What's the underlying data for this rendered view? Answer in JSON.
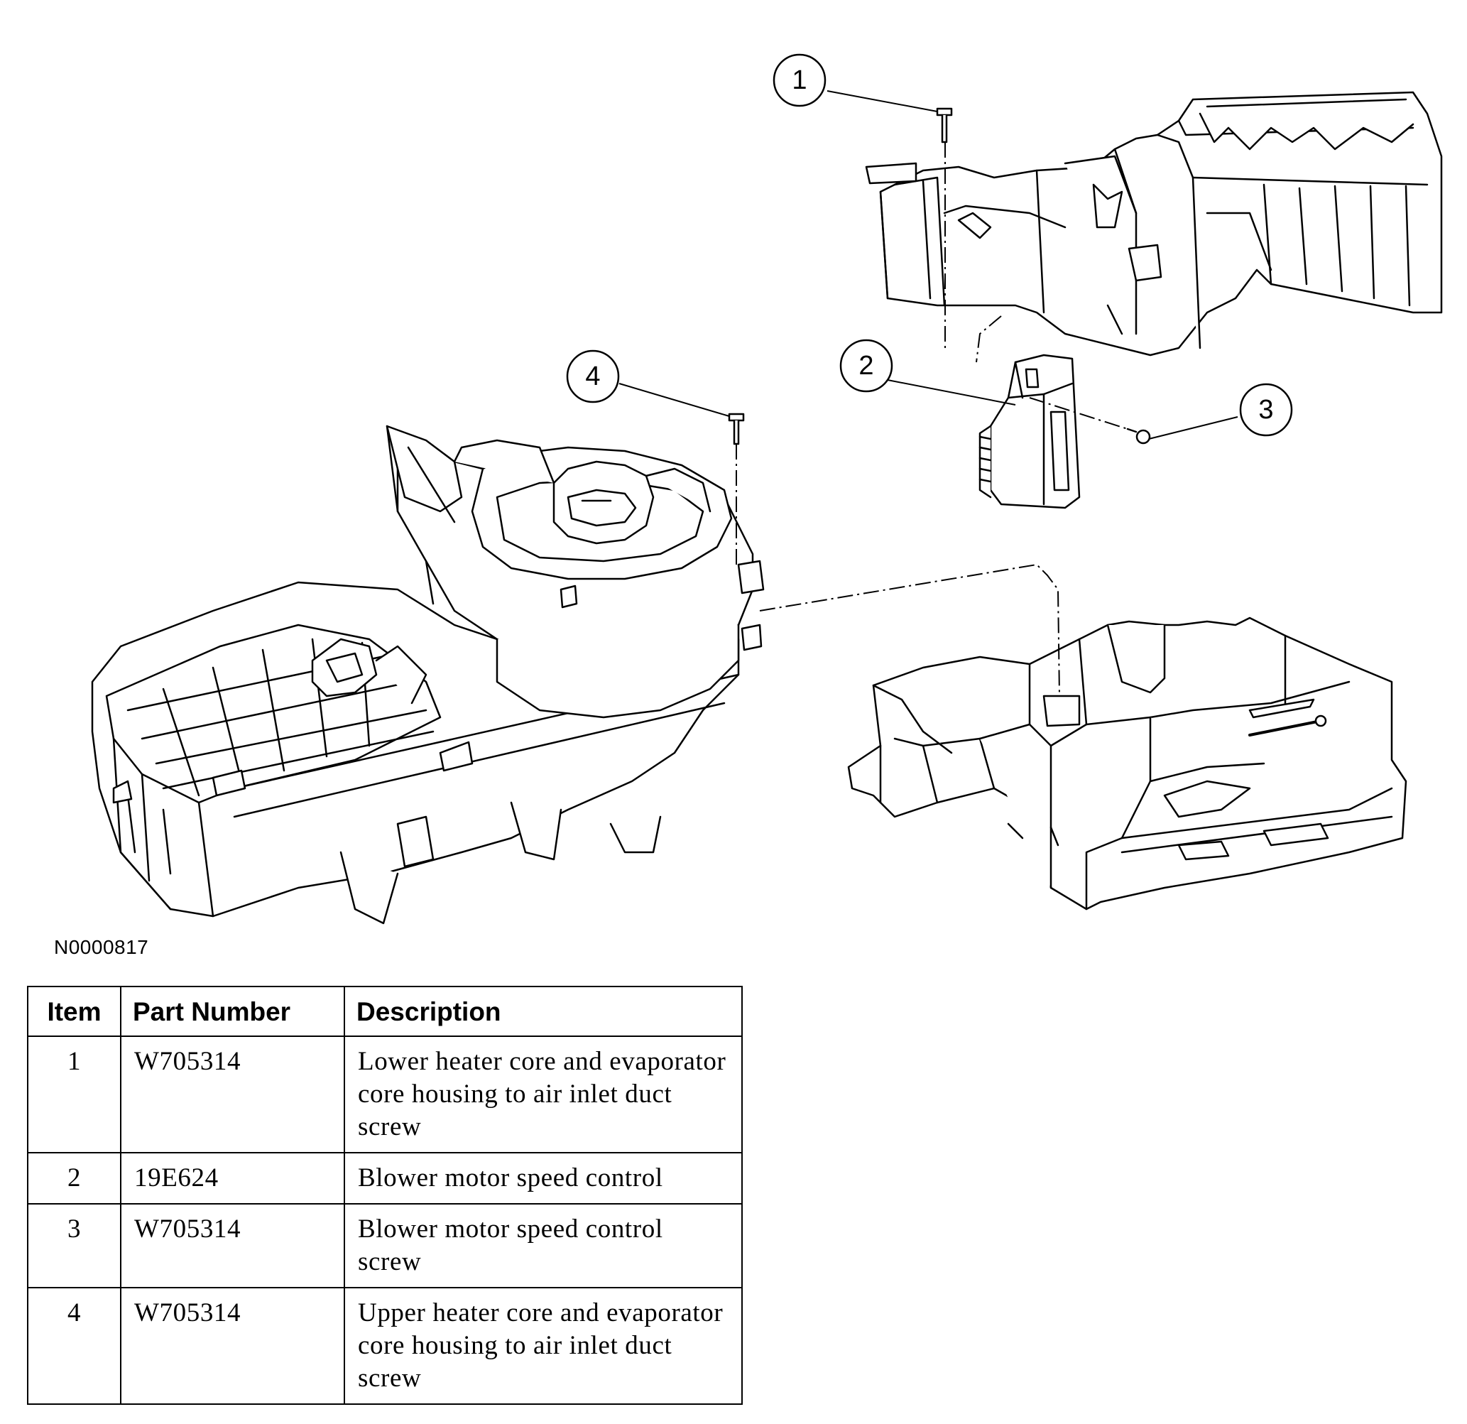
{
  "figure": {
    "code": "N0000817",
    "callouts": [
      "1",
      "2",
      "3",
      "4"
    ]
  },
  "table": {
    "headers": {
      "item": "Item",
      "part_number": "Part Number",
      "description": "Description"
    },
    "rows": [
      {
        "item": "1",
        "part_number": "W705314",
        "description": "Lower heater core and evaporator core housing to air inlet duct screw"
      },
      {
        "item": "2",
        "part_number": "19E624",
        "description": "Blower motor speed control"
      },
      {
        "item": "3",
        "part_number": "W705314",
        "description": "Blower motor speed control screw"
      },
      {
        "item": "4",
        "part_number": "W705314",
        "description": "Upper heater core and evaporator core housing to air inlet duct screw"
      }
    ]
  }
}
